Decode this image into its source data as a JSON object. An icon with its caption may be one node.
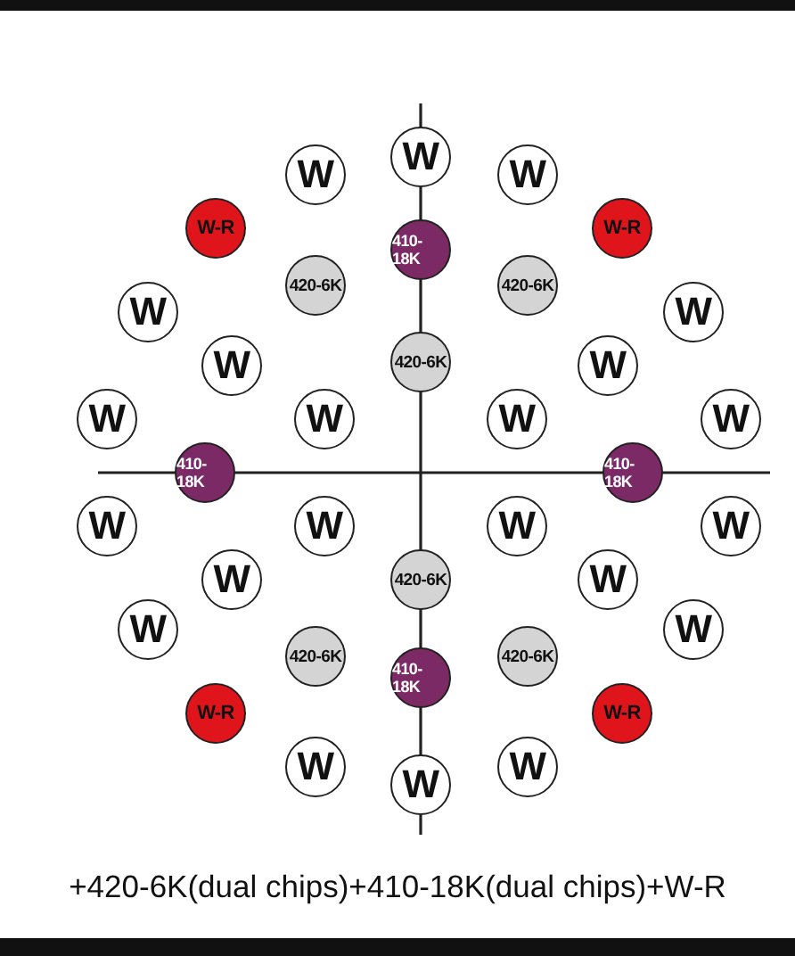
{
  "diagram": {
    "caption": "+420-6K(dual chips)+410-18K(dual chips)+W-R",
    "nodes": [
      {
        "text": [
          "W"
        ]
      },
      {
        "text": [
          "W"
        ]
      },
      {
        "text": [
          "W"
        ]
      },
      {
        "text": [
          "W-R"
        ]
      },
      {
        "text": [
          "410-18K"
        ]
      },
      {
        "text": [
          "W-R"
        ]
      },
      {
        "text": [
          "420-6K"
        ]
      },
      {
        "text": [
          "420-6K"
        ]
      },
      {
        "text": [
          "W"
        ]
      },
      {
        "text": [
          "W"
        ]
      },
      {
        "text": [
          "W"
        ]
      },
      {
        "text": [
          "420-6K"
        ]
      },
      {
        "text": [
          "W"
        ]
      },
      {
        "text": [
          "W"
        ]
      },
      {
        "text": [
          "W"
        ]
      },
      {
        "text": [
          "W"
        ]
      },
      {
        "text": [
          "W"
        ]
      },
      {
        "text": [
          "410-18K"
        ]
      },
      {
        "text": [
          "410-18K"
        ]
      },
      {
        "text": [
          "W"
        ]
      },
      {
        "text": [
          "W"
        ]
      },
      {
        "text": [
          "W"
        ]
      },
      {
        "text": [
          "W"
        ]
      },
      {
        "text": [
          "W"
        ]
      },
      {
        "text": [
          "420-6K"
        ]
      },
      {
        "text": [
          "W"
        ]
      },
      {
        "text": [
          "W"
        ]
      },
      {
        "text": [
          "W"
        ]
      },
      {
        "text": [
          "420-6K"
        ]
      },
      {
        "text": [
          "420-6K"
        ]
      },
      {
        "text": [
          "410-18K"
        ]
      },
      {
        "text": [
          "W-R"
        ]
      },
      {
        "text": [
          "W-R"
        ]
      },
      {
        "text": [
          "W"
        ]
      },
      {
        "text": [
          "W"
        ]
      },
      {
        "text": [
          "W"
        ]
      }
    ]
  }
}
